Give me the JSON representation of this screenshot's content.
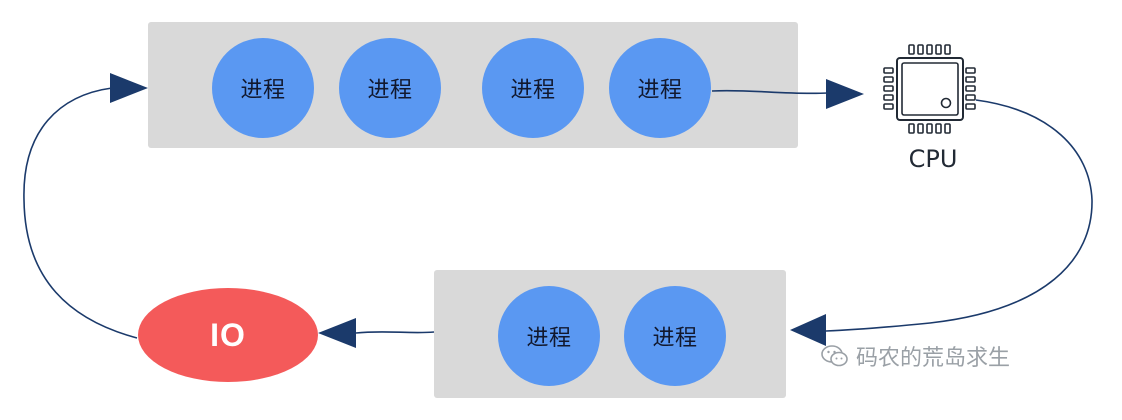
{
  "top_queue": {
    "processes": [
      "进程",
      "进程",
      "进程",
      "进程"
    ]
  },
  "cpu": {
    "label": "CPU",
    "icon": "cpu-chip-icon"
  },
  "bottom_queue": {
    "processes": [
      "进程",
      "进程"
    ]
  },
  "io": {
    "label": "IO"
  },
  "watermark": {
    "icon": "wechat-icon",
    "text": "码农的荒岛求生"
  },
  "colors": {
    "process_fill": "#5a98f2",
    "queue_fill": "#d9d9d9",
    "io_fill": "#f45a5a",
    "arrow": "#1b3a6b"
  }
}
